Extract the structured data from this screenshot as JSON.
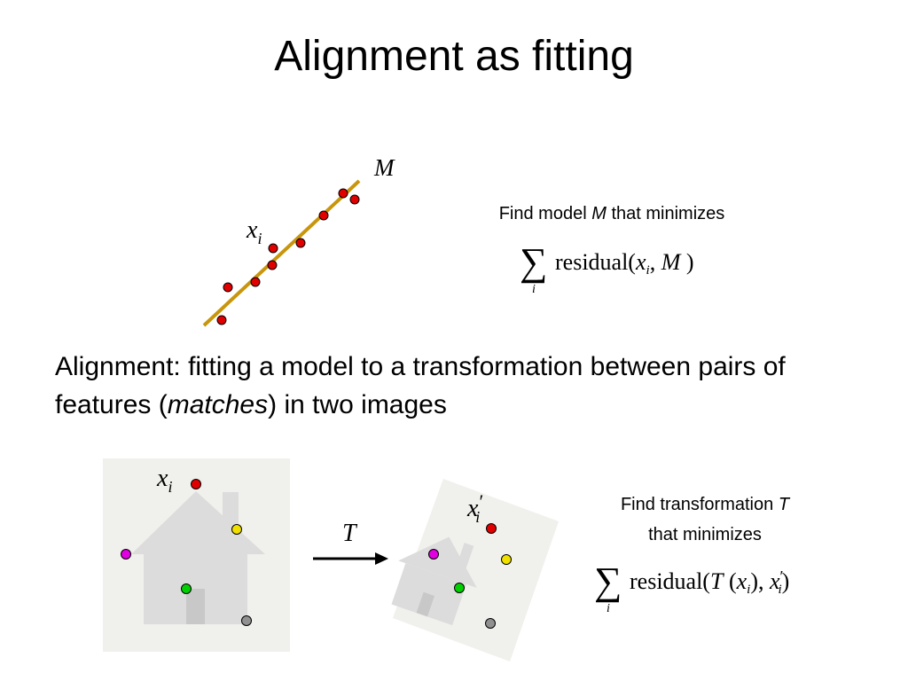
{
  "title": "Alignment as fitting",
  "line_figure": {
    "model_label": "M",
    "point_label_base": "x",
    "point_label_sub": "i",
    "line_color": "#C8960C",
    "point_color": "#E00000"
  },
  "fit_caption": {
    "prefix": "Find model ",
    "model_symbol": "M",
    "suffix": " that minimizes"
  },
  "fit_formula": {
    "sum_symbol": "∑",
    "sum_index": "i",
    "func_open": "residual(",
    "arg1_base": "x",
    "arg1_sub": "i",
    "separator": ", ",
    "arg2": "M",
    "close": " )"
  },
  "body_text": {
    "part1": "Alignment: fitting a model to a transformation between pairs of features (",
    "emphasis": "matches",
    "part2": ") in two images"
  },
  "house_figure": {
    "source_label_base": "x",
    "source_label_sub": "i",
    "target_label_base": "x",
    "target_label_prime": "′",
    "target_label_sub": "i",
    "transform_label": "T",
    "point_colors": {
      "red": "#E00000",
      "yellow": "#F0E000",
      "magenta": "#E000E0",
      "green": "#00D000",
      "gray": "#909090"
    }
  },
  "transform_caption": {
    "line1_prefix": "Find transformation ",
    "line1_symbol": "T",
    "line2": "that minimizes"
  },
  "transform_formula": {
    "sum_symbol": "∑",
    "sum_index": "i",
    "func_open": "residual(",
    "T": "T",
    "arg_open": " (",
    "arg_base": "x",
    "arg_sub": "i",
    "arg_close": "), ",
    "arg2_base": "x",
    "arg2_prime": "′",
    "arg2_sub": "i",
    "close": ")"
  }
}
